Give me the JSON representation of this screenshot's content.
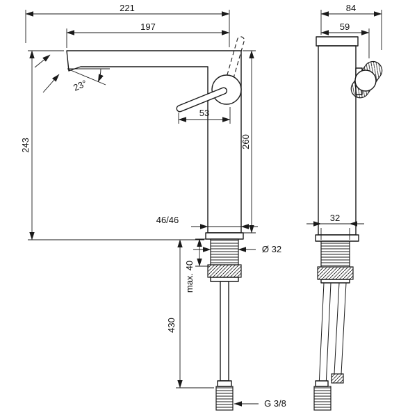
{
  "style": {
    "line_color": "#1a1a1a",
    "background": "#ffffff"
  },
  "views": {
    "front": {
      "overall_reach": "221",
      "spout_reach": "197",
      "spout_angle": "23°",
      "handle_length": "53",
      "height_to_spout": "243",
      "total_height": "260",
      "base_offset": "46/46",
      "shank_diameter": "Ø 32",
      "max_deck_thickness": "max. 40",
      "hose_length": "430",
      "connection_thread": "G 3/8"
    },
    "side": {
      "overall_depth": "84",
      "body_depth": "59",
      "shank_width": "32"
    }
  }
}
